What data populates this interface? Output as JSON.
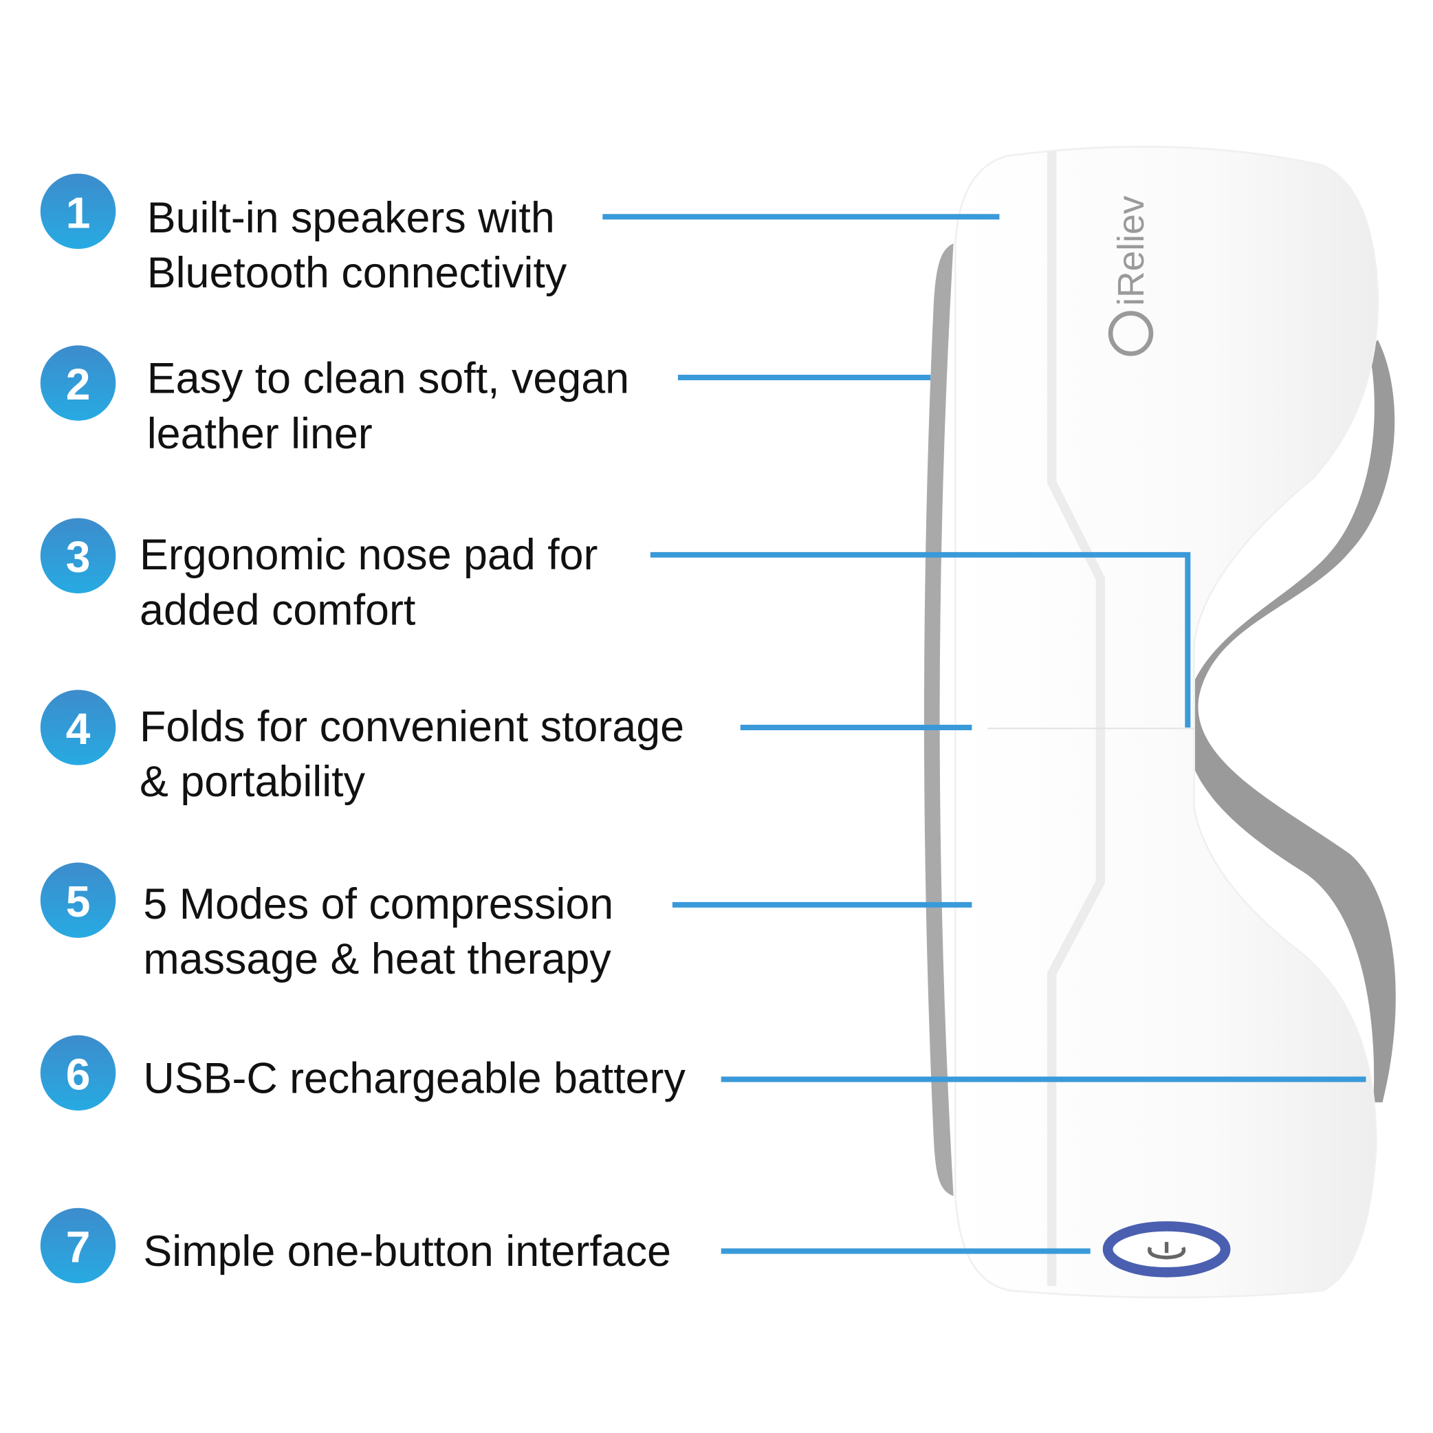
{
  "brand": {
    "logo_text": "iReliev",
    "accent_color": "#3a9ad9",
    "badge_gradient": [
      "#3d8ccc",
      "#27aae2"
    ],
    "button_ring_color": "#4a5fb0"
  },
  "features": [
    {
      "number": "1",
      "lines": [
        "Built-in speakers with",
        "Bluetooth connectivity"
      ]
    },
    {
      "number": "2",
      "lines": [
        "Easy to clean soft, vegan",
        "leather liner"
      ]
    },
    {
      "number": "3",
      "lines": [
        "Ergonomic nose pad for",
        "added comfort"
      ]
    },
    {
      "number": "4",
      "lines": [
        "Folds for convenient storage",
        "& portability"
      ]
    },
    {
      "number": "5",
      "lines": [
        "5 Modes of compression",
        "massage & heat therapy"
      ]
    },
    {
      "number": "6",
      "lines": [
        "USB-C rechargeable battery"
      ]
    },
    {
      "number": "7",
      "lines": [
        "Simple one-button interface"
      ]
    }
  ]
}
